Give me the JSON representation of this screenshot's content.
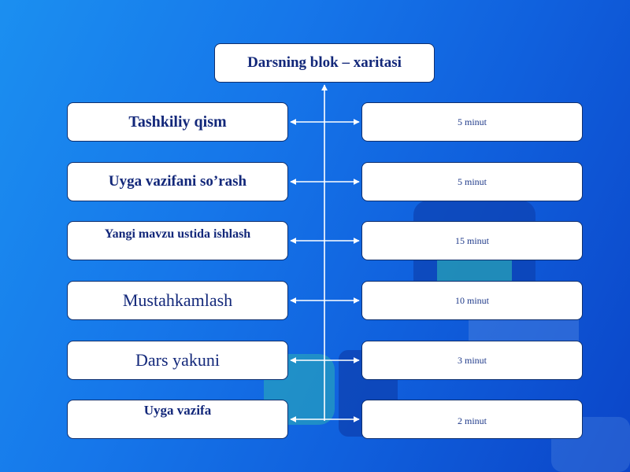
{
  "title": "Darsning  blok – xaritasi",
  "stages": [
    {
      "label": "Tashkiliy qism",
      "duration": "5 minut"
    },
    {
      "label": "Uyga vazifani so’rash",
      "duration": "5 minut"
    },
    {
      "label": "Yangi mavzu ustida ishlash",
      "duration": "15 minut"
    },
    {
      "label": "Mustahkamlash",
      "duration": "10 minut"
    },
    {
      "label": "Dars yakuni",
      "duration": "3 minut"
    },
    {
      "label": "Uyga vazifa",
      "duration": "2 minut"
    }
  ],
  "colors": {
    "background": "#1677ea",
    "box_fill": "#ffffff",
    "box_border": "#0f2f6e",
    "text": "#13287a",
    "connector": "#ffffff"
  }
}
